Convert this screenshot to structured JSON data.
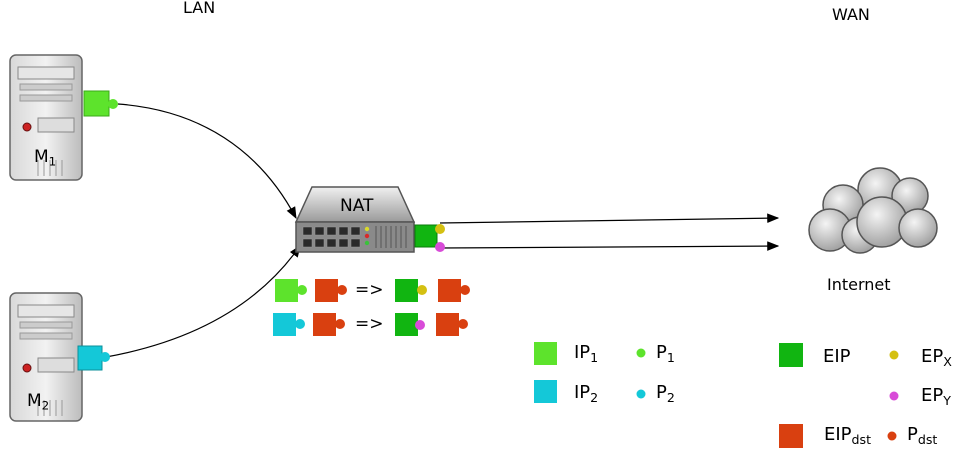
{
  "zones": {
    "lan": "LAN",
    "wan": "WAN"
  },
  "hosts": [
    {
      "label": "M",
      "sub": "1"
    },
    {
      "label": "M",
      "sub": "2"
    }
  ],
  "nat": {
    "label": "NAT"
  },
  "internet": {
    "label": "Internet"
  },
  "mapping": {
    "arrow": "=>"
  },
  "colors": {
    "ip1": "#5de32c",
    "p1": "#5de32c",
    "ip2": "#14c8d8",
    "p2": "#14c8d8",
    "eip": "#11b511",
    "epx": "#d4c011",
    "epy": "#d84bd8",
    "eipdst": "#d94010",
    "pdst": "#d94010"
  },
  "legend": {
    "ip1": {
      "label": "IP",
      "sub": "1"
    },
    "p1": {
      "label": "P",
      "sub": "1"
    },
    "ip2": {
      "label": "IP",
      "sub": "2"
    },
    "p2": {
      "label": "P",
      "sub": "2"
    },
    "eip": {
      "label": "EIP",
      "sub": ""
    },
    "epx": {
      "label": "EP",
      "sub": "X"
    },
    "epy": {
      "label": "EP",
      "sub": "Y"
    },
    "eipdst": {
      "label": "EIP",
      "sub": "dst"
    },
    "pdst": {
      "label": "P",
      "sub": "dst"
    }
  }
}
